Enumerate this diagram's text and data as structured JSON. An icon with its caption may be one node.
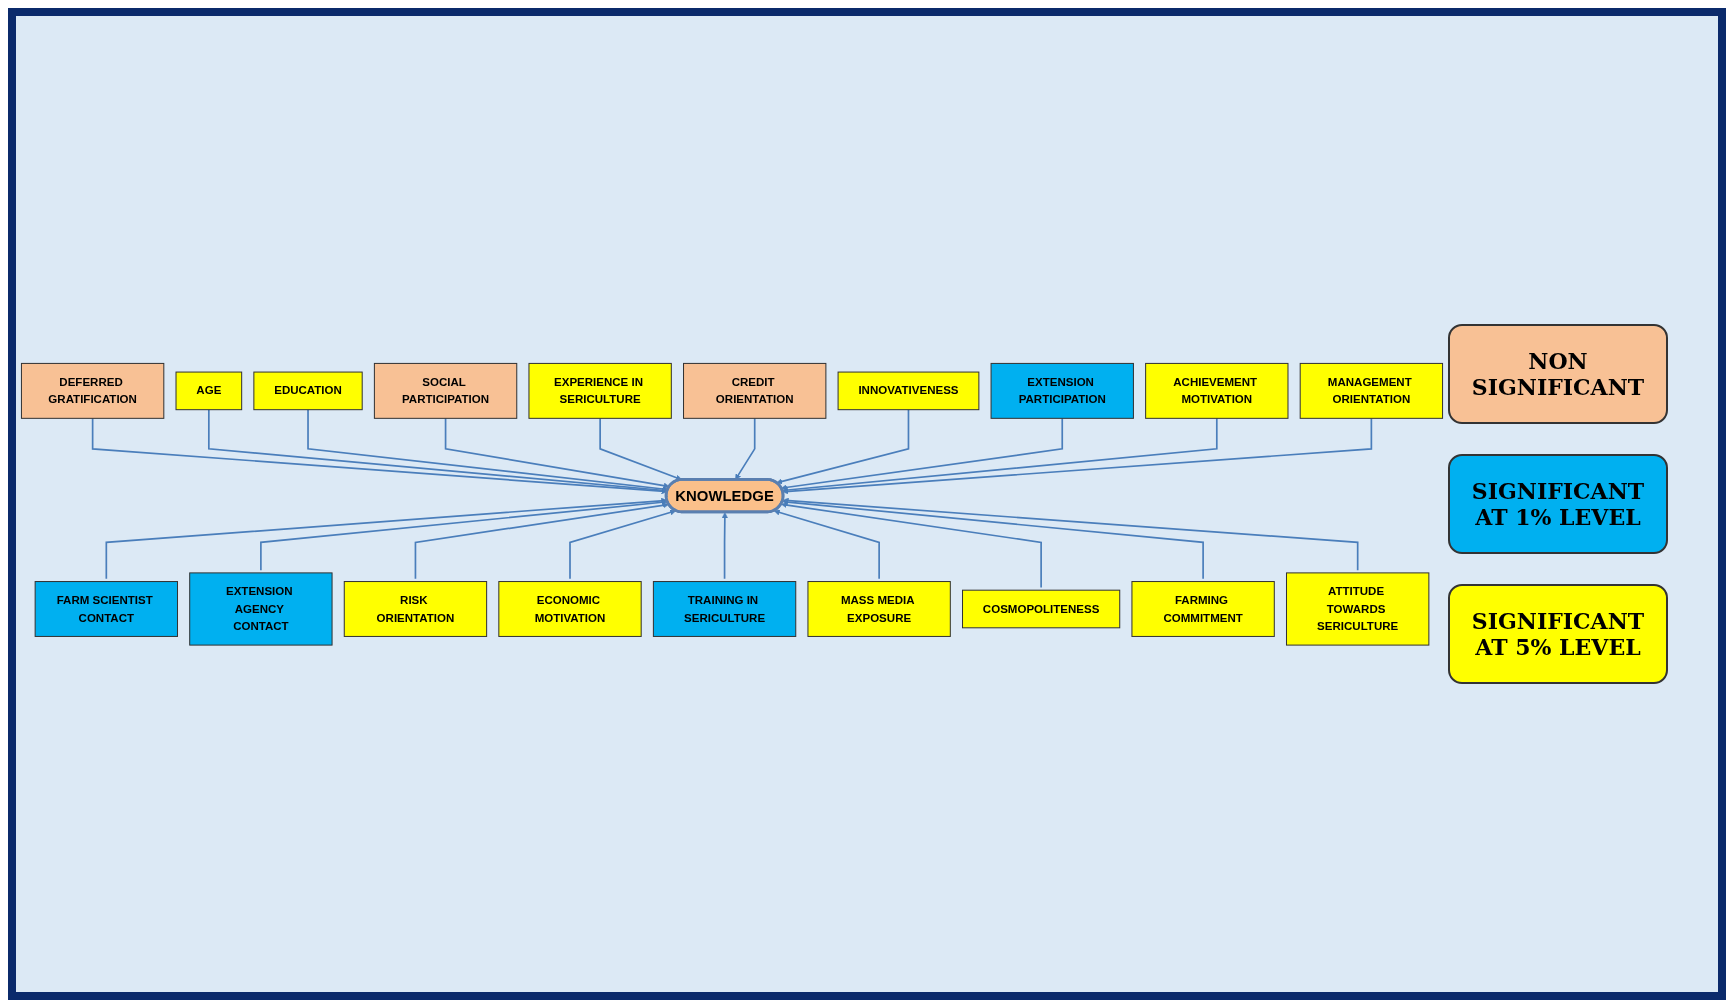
{
  "diagram": {
    "nodes": [
      {
        "text": [
          "KNOWLEDGE"
        ]
      },
      {
        "text": [
          "DEFERRED GRATIFICATION"
        ]
      },
      {
        "text": [
          "AGE"
        ]
      },
      {
        "text": [
          "EDUCATION"
        ]
      },
      {
        "text": [
          "SOCIAL PARTICIPATION"
        ]
      },
      {
        "text": [
          "EXPERIENCE IN SERICULTURE"
        ]
      },
      {
        "text": [
          "CREDIT ORIENTATION"
        ]
      },
      {
        "text": [
          "INNOVATIVENESS"
        ]
      },
      {
        "text": [
          "EXTENSION PARTICIPATION"
        ]
      },
      {
        "text": [
          "ACHIEVEMENT MOTIVATION"
        ]
      },
      {
        "text": [
          "MANAGEMENT ORIENTATION"
        ]
      },
      {
        "text": [
          "FARM SCIENTIST CONTACT"
        ]
      },
      {
        "text": [
          "EXTENSION AGENCY CONTACT"
        ]
      },
      {
        "text": [
          "RISK ORIENTATION"
        ]
      },
      {
        "text": [
          "ECONOMIC MOTIVATION"
        ]
      },
      {
        "text": [
          "TRAINING IN SERICULTURE"
        ]
      },
      {
        "text": [
          "MASS MEDIA EXPOSURE"
        ]
      },
      {
        "text": [
          "COSMOPOLITENESS"
        ]
      },
      {
        "text": [
          "FARMING COMMITMENT"
        ]
      },
      {
        "text": [
          "ATTITUDE TOWARDS SERICULTURE"
        ]
      }
    ],
    "edges": [
      {
        "from": 1,
        "to": 0,
        "arrow": "to"
      },
      {
        "from": 2,
        "to": 0,
        "arrow": "to"
      },
      {
        "from": 3,
        "to": 0,
        "arrow": "to"
      },
      {
        "from": 4,
        "to": 0,
        "arrow": "to"
      },
      {
        "from": 5,
        "to": 0,
        "arrow": "to"
      },
      {
        "from": 6,
        "to": 0,
        "arrow": "to"
      },
      {
        "from": 7,
        "to": 0,
        "arrow": "to"
      },
      {
        "from": 8,
        "to": 0,
        "arrow": "to"
      },
      {
        "from": 9,
        "to": 0,
        "arrow": "to"
      },
      {
        "from": 10,
        "to": 0,
        "arrow": "to"
      },
      {
        "from": 11,
        "to": 0,
        "arrow": "to"
      },
      {
        "from": 12,
        "to": 0,
        "arrow": "to"
      },
      {
        "from": 13,
        "to": 0,
        "arrow": "to"
      },
      {
        "from": 14,
        "to": 0,
        "arrow": "to"
      },
      {
        "from": 15,
        "to": 0,
        "arrow": "to"
      },
      {
        "from": 16,
        "to": 0,
        "arrow": "to"
      },
      {
        "from": 17,
        "to": 0,
        "arrow": "to"
      },
      {
        "from": 18,
        "to": 0,
        "arrow": "to"
      },
      {
        "from": 19,
        "to": 0,
        "arrow": "to"
      }
    ],
    "legend": [
      {
        "text": "NON SIGNIFICANT",
        "color": "#f8c195"
      },
      {
        "text": "SIGNIFICANT AT 1% LEVEL",
        "color": "#00b0f0"
      },
      {
        "text": "SIGNIFICANT AT 5% LEVEL",
        "color": "#ffff00"
      }
    ]
  }
}
